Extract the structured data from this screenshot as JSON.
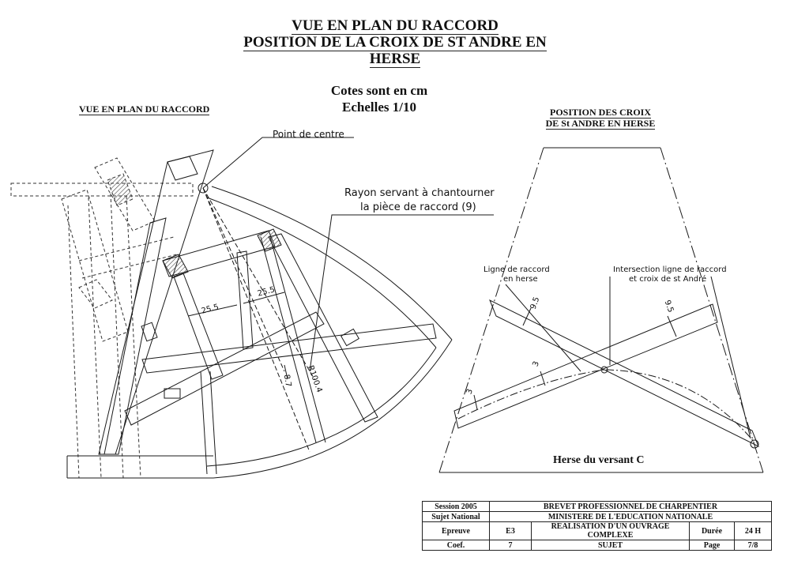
{
  "title": {
    "line1": "VUE EN PLAN DU RACCORD",
    "line2": "POSITION DE LA CROIX DE ST ANDRE EN",
    "line3": "HERSE"
  },
  "notes": {
    "cotes": "Cotes sont en cm",
    "echelles": "Echelles 1/10"
  },
  "left_view": {
    "heading": "VUE EN PLAN DU RACCORD",
    "point_de_centre": "Point de centre",
    "rayon_line1": "Rayon servant à chantourner",
    "rayon_line2": "la pièce de raccord (9)",
    "dims": {
      "d1": "25.5",
      "d2": "25.5",
      "d3": "8.7",
      "radius": "R100.4"
    }
  },
  "right_view": {
    "heading_line1": "POSITION DES CROIX",
    "heading_line2": "DE St ANDRE EN HERSE",
    "ligne_line1": "Ligne de raccord",
    "ligne_line2": "en herse",
    "inter_line1": "Intersection ligne de raccord",
    "inter_line2": "et croix de st André",
    "dims": {
      "d1": "9.5",
      "d2": "9.5",
      "d3": "3",
      "d4": "3"
    },
    "caption": "Herse du versant C"
  },
  "cartouche": {
    "session": "Session 2005",
    "sujet_national": "Sujet National",
    "brevet": "BREVET PROFESSIONNEL DE CHARPENTIER",
    "ministere": "MINISTERE DE L'EDUCATION NATIONALE",
    "epreuve_label": "Epreuve",
    "epreuve_value": "E3",
    "realisation": "REALISATION D'UN OUVRAGE COMPLEXE",
    "duree_label": "Durée",
    "duree_value": "24 H",
    "coef_label": "Coef.",
    "coef_value": "7",
    "sujet": "SUJET",
    "page_label": "Page",
    "page_value": "7/8"
  },
  "colors": {
    "ink": "#1a1a1a",
    "hatch": "#444444"
  }
}
